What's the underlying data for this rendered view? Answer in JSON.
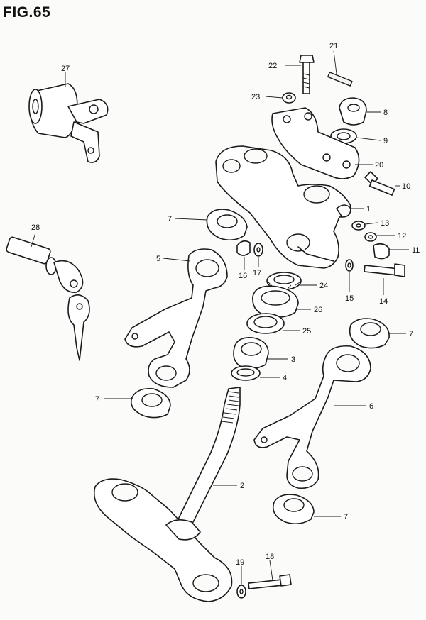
{
  "figure": {
    "title": "FIG.65"
  },
  "callouts": [
    {
      "id": "c1",
      "label": "1"
    },
    {
      "id": "c2",
      "label": "2"
    },
    {
      "id": "c3",
      "label": "3"
    },
    {
      "id": "c4",
      "label": "4"
    },
    {
      "id": "c5",
      "label": "5"
    },
    {
      "id": "c6",
      "label": "6"
    },
    {
      "id": "c7a",
      "label": "7"
    },
    {
      "id": "c7b",
      "label": "7"
    },
    {
      "id": "c7c",
      "label": "7"
    },
    {
      "id": "c7d",
      "label": "7"
    },
    {
      "id": "c8",
      "label": "8"
    },
    {
      "id": "c9",
      "label": "9"
    },
    {
      "id": "c10",
      "label": "10"
    },
    {
      "id": "c11",
      "label": "11"
    },
    {
      "id": "c12",
      "label": "12"
    },
    {
      "id": "c13",
      "label": "13"
    },
    {
      "id": "c14",
      "label": "14"
    },
    {
      "id": "c15",
      "label": "15"
    },
    {
      "id": "c16",
      "label": "16"
    },
    {
      "id": "c17",
      "label": "17"
    },
    {
      "id": "c18",
      "label": "18"
    },
    {
      "id": "c19",
      "label": "19"
    },
    {
      "id": "c20",
      "label": "20"
    },
    {
      "id": "c21",
      "label": "21"
    },
    {
      "id": "c22",
      "label": "22"
    },
    {
      "id": "c23",
      "label": "23"
    },
    {
      "id": "c24",
      "label": "24"
    },
    {
      "id": "c25",
      "label": "25"
    },
    {
      "id": "c26",
      "label": "26"
    },
    {
      "id": "c27",
      "label": "27"
    },
    {
      "id": "c28",
      "label": "28"
    }
  ]
}
